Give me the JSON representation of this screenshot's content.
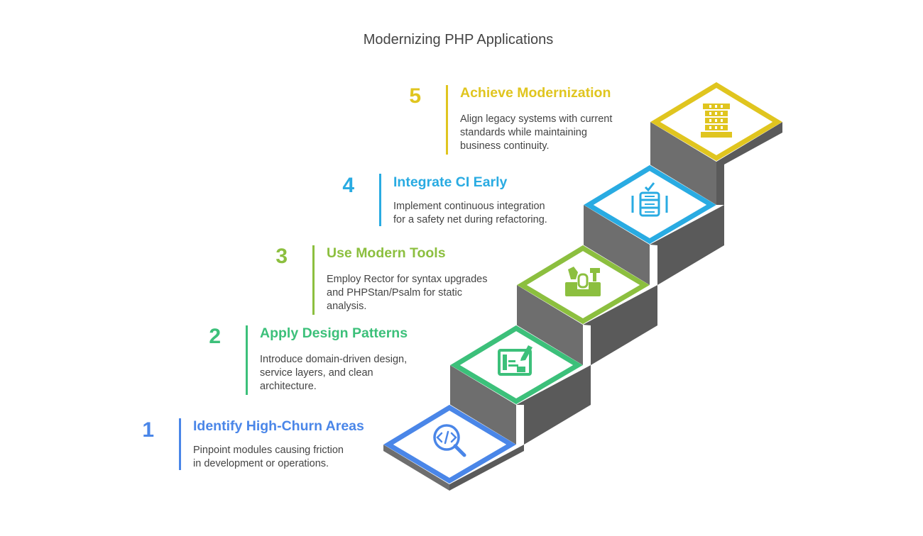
{
  "title": "Modernizing PHP Applications",
  "colors": {
    "step1": "#4A86E8",
    "step2": "#3CC07A",
    "step3": "#8CBF3F",
    "step4": "#29ABE2",
    "step5": "#E0C51F",
    "stair_side": "#5f5f5f",
    "stair_front": "#7a7a7a"
  },
  "steps": [
    {
      "number": "1",
      "heading": "Identify High-Churn Areas",
      "desc_lines": [
        "Pinpoint modules causing friction",
        "in development or operations."
      ],
      "icon": "code-search-icon"
    },
    {
      "number": "2",
      "heading": "Apply Design Patterns",
      "desc_lines": [
        "Introduce domain-driven design,",
        "service layers, and clean",
        "architecture."
      ],
      "icon": "blueprint-edit-icon"
    },
    {
      "number": "3",
      "heading": "Use Modern Tools",
      "desc_lines": [
        "Employ Rector for syntax upgrades",
        "and PHPStan/Psalm for static",
        "analysis."
      ],
      "icon": "toolbox-icon"
    },
    {
      "number": "4",
      "heading": "Integrate CI Early",
      "desc_lines": [
        "Implement continuous integration",
        "for a safety net during refactoring."
      ],
      "icon": "server-check-icon"
    },
    {
      "number": "5",
      "heading": "Achieve Modernization",
      "desc_lines": [
        "Align legacy systems with current",
        "standards while maintaining",
        "business continuity."
      ],
      "icon": "building-icon"
    }
  ]
}
